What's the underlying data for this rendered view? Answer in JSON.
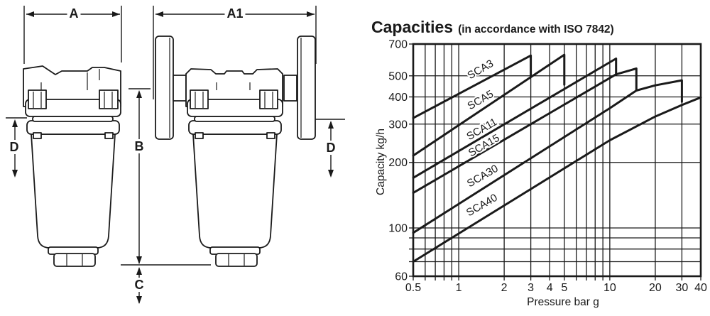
{
  "page": {
    "background": "#ffffff",
    "ink": "#1a1a1a"
  },
  "drawing": {
    "dims": {
      "A": "A",
      "A1": "A1",
      "B": "B",
      "C": "C",
      "D": "D"
    }
  },
  "chart": {
    "title": "Capacities",
    "subtitle": "(in accordance with ISO 7842)",
    "xlabel": "Pressure bar g",
    "ylabel": "Capacity kg/h"
  },
  "chart_data": {
    "type": "line",
    "title": "Capacities (in accordance with ISO 7842)",
    "xlabel": "Pressure bar g",
    "ylabel": "Capacity kg/h",
    "x_scale": "log",
    "y_scale": "log",
    "xlim": [
      0.5,
      40
    ],
    "ylim": [
      60,
      700
    ],
    "x_ticks": [
      0.5,
      1,
      2,
      3,
      4,
      5,
      10,
      20,
      30,
      40
    ],
    "y_ticks": [
      700,
      500,
      400,
      300,
      200,
      100,
      60
    ],
    "x_grid": [
      0.5,
      0.6,
      0.7,
      0.8,
      0.9,
      1,
      2,
      3,
      4,
      5,
      6,
      7,
      8,
      9,
      10,
      20,
      30,
      40
    ],
    "y_grid": [
      60,
      70,
      80,
      90,
      100,
      200,
      300,
      400,
      500,
      700
    ],
    "grid": true,
    "legend": "inline-labels",
    "series": [
      {
        "name": "SCA3",
        "points": [
          [
            0.5,
            320
          ],
          [
            3,
            620
          ],
          [
            3,
            495
          ]
        ]
      },
      {
        "name": "SCA5",
        "points": [
          [
            0.5,
            215
          ],
          [
            5,
            625
          ],
          [
            5,
            455
          ]
        ]
      },
      {
        "name": "SCA11",
        "points": [
          [
            0.5,
            170
          ],
          [
            11,
            600
          ],
          [
            11,
            505
          ]
        ]
      },
      {
        "name": "SCA15",
        "points": [
          [
            0.5,
            145
          ],
          [
            11,
            508
          ],
          [
            15,
            540
          ],
          [
            15,
            430
          ]
        ]
      },
      {
        "name": "SCA30",
        "points": [
          [
            0.5,
            95
          ],
          [
            10,
            355
          ],
          [
            15,
            428
          ],
          [
            20,
            452
          ],
          [
            30,
            477
          ],
          [
            30,
            380
          ]
        ]
      },
      {
        "name": "SCA40",
        "points": [
          [
            0.5,
            70
          ],
          [
            10,
            253
          ],
          [
            20,
            325
          ],
          [
            30,
            367
          ],
          [
            40,
            398
          ]
        ]
      }
    ]
  }
}
